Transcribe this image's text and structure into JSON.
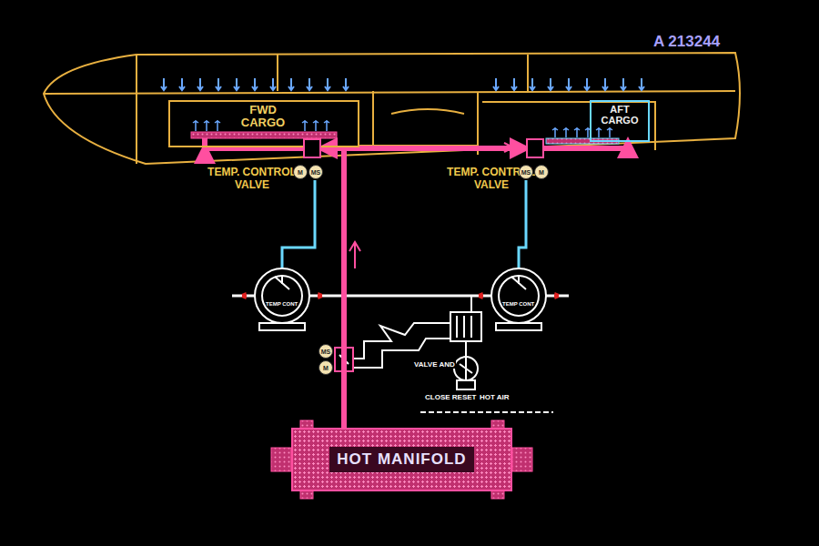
{
  "diagram": {
    "nodes": [
      {
        "text": [
          "FWD CARGO"
        ]
      },
      {
        "text": [
          "AFT CARGO"
        ]
      },
      {
        "text": [
          "TEMP. CONTROL VALVE"
        ]
      },
      {
        "text": [
          "TEMP. CONTROL VALVE"
        ]
      },
      {
        "text": [
          "HOT MANIFOLD"
        ]
      }
    ],
    "edges": [
      {
        "from": 4,
        "to": 2,
        "arrow": "to"
      },
      {
        "from": 4,
        "to": 3,
        "arrow": "to"
      },
      {
        "from": 2,
        "to": 0,
        "arrow": "to"
      },
      {
        "from": 3,
        "to": 1,
        "arrow": "to"
      }
    ],
    "labels": [
      "A 213244",
      "M",
      "MS",
      "MS",
      "M",
      "MS",
      "M",
      "VALVE AND",
      "CLOSE RESET",
      "HOT AIR",
      "TEMP CONT",
      "TEMP CONT"
    ]
  }
}
